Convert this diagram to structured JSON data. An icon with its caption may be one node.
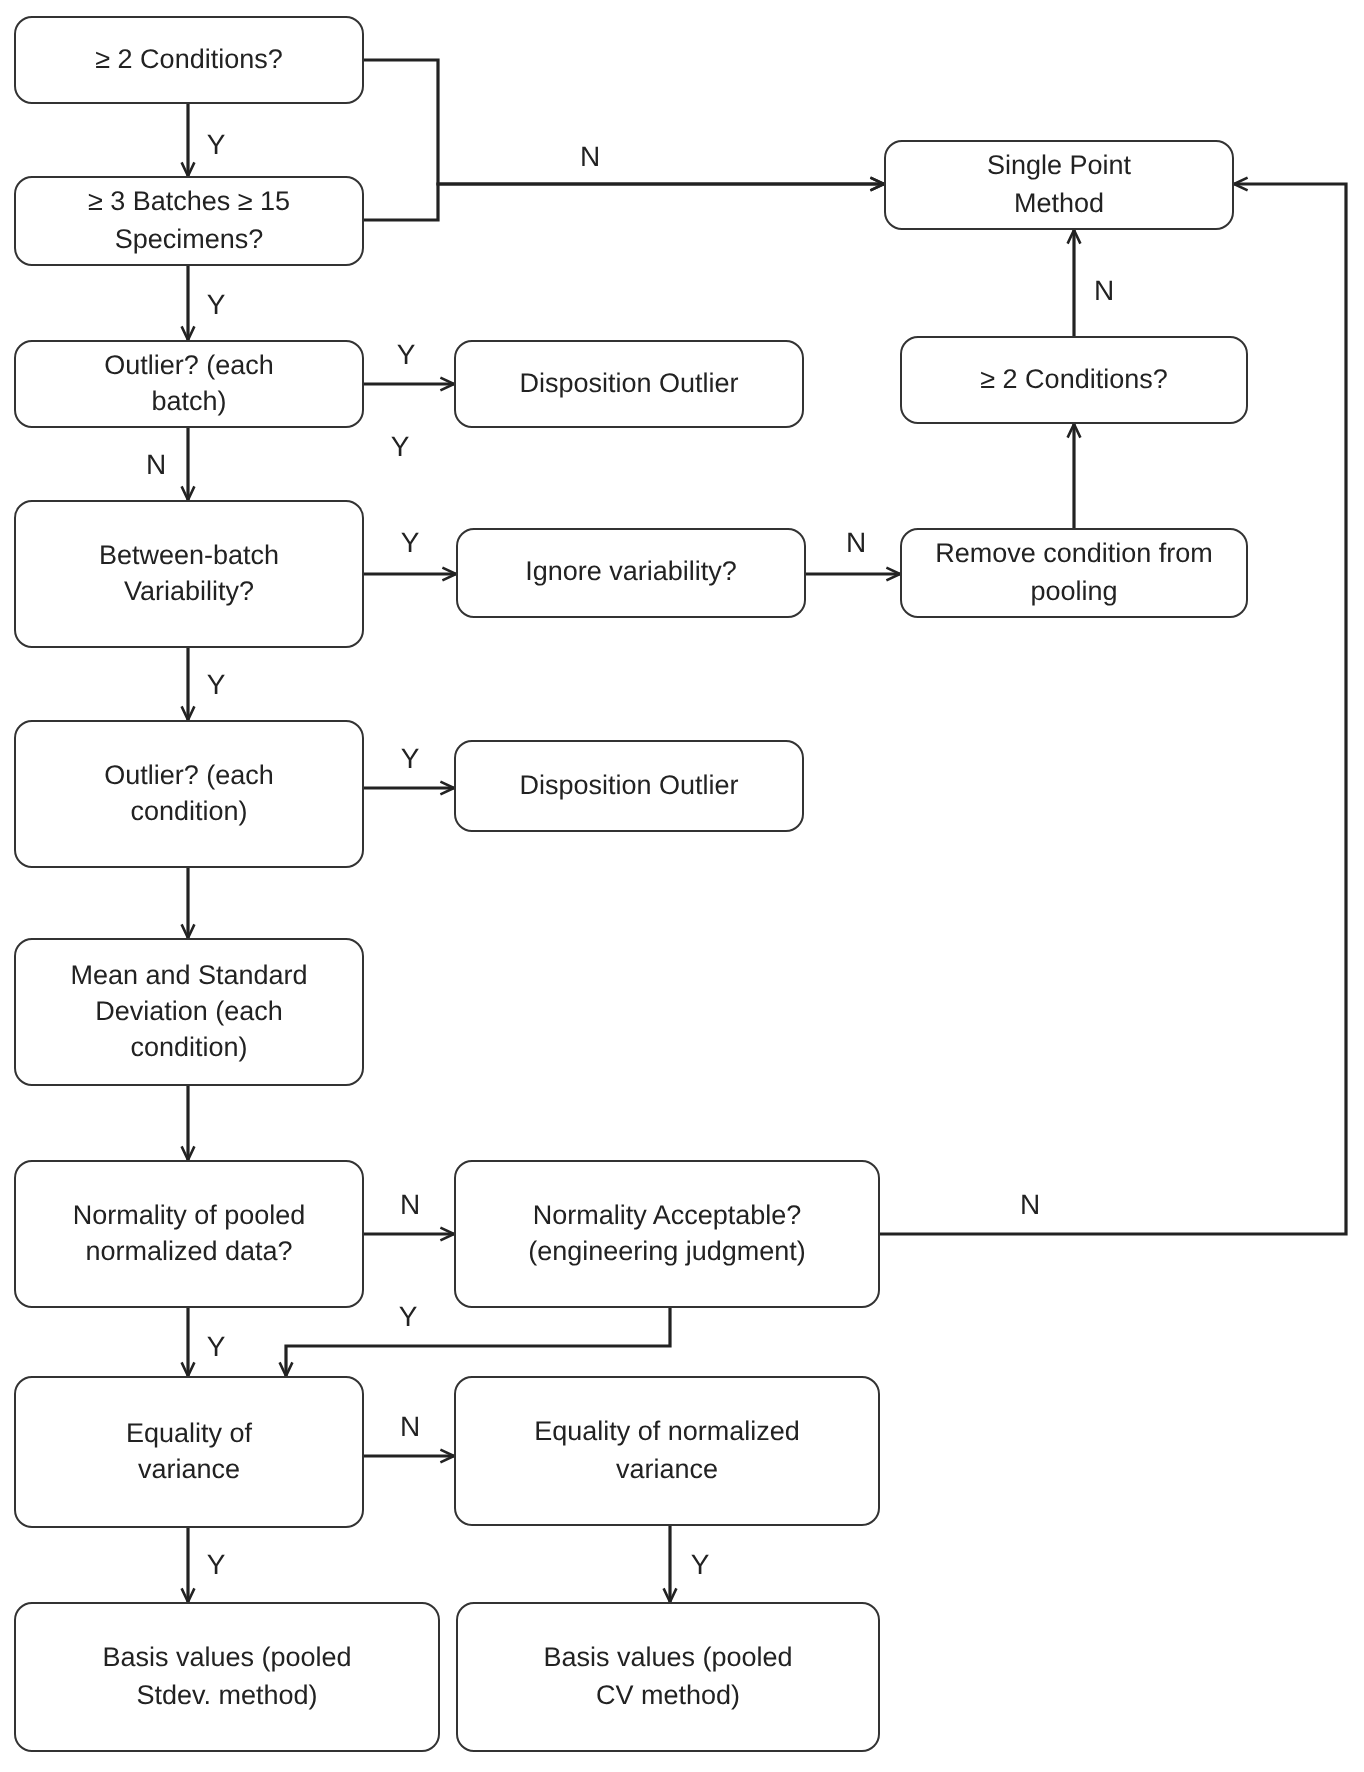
{
  "diagram": {
    "nodes": [
      {
        "text": [
          "≥ 2 Conditions?"
        ]
      },
      {
        "text": [
          "≥ 3 Batches ≥ 15 Specimens?"
        ]
      },
      {
        "text": [
          "Outlier? (each batch)"
        ]
      },
      {
        "text": [
          "Disposition Outlier"
        ]
      },
      {
        "text": [
          "Single Point Method"
        ]
      },
      {
        "text": [
          "≥ 2 Conditions?"
        ]
      },
      {
        "text": [
          "Between-batch Variability?"
        ]
      },
      {
        "text": [
          "Ignore variability?"
        ]
      },
      {
        "text": [
          "Remove condition from pooling"
        ]
      },
      {
        "text": [
          "Outlier? (each condition)"
        ]
      },
      {
        "text": [
          "Disposition Outlier"
        ]
      },
      {
        "text": [
          "Mean and Standard Deviation (each condition)"
        ]
      },
      {
        "text": [
          "Normality of pooled normalized data?"
        ]
      },
      {
        "text": [
          "Normality Acceptable? (engineering judgment)"
        ]
      },
      {
        "text": [
          "Equality of variance"
        ]
      },
      {
        "text": [
          "Equality of normalized variance"
        ]
      },
      {
        "text": [
          "Basis values (pooled Stdev. method)"
        ]
      },
      {
        "text": [
          "Basis values (pooled CV method)"
        ]
      }
    ],
    "edges": [
      {
        "from": 0,
        "to": 1,
        "arrow": "to",
        "label": "Y"
      },
      {
        "from": 1,
        "to": 2,
        "arrow": "to",
        "label": "Y"
      },
      {
        "from": 2,
        "to": 3,
        "arrow": "to",
        "label": "Y"
      },
      {
        "from": 2,
        "to": 6,
        "arrow": "to",
        "label": "N"
      },
      {
        "from": 0,
        "to": 4,
        "arrow": "to",
        "label": "N"
      },
      {
        "from": 1,
        "to": 4,
        "arrow": "to"
      },
      {
        "from": 6,
        "to": 7,
        "arrow": "to",
        "label": "Y"
      },
      {
        "from": 7,
        "to": 8,
        "arrow": "to",
        "label": "N"
      },
      {
        "from": 8,
        "to": 5,
        "arrow": "to"
      },
      {
        "from": 5,
        "to": 4,
        "arrow": "to",
        "label": "N"
      },
      {
        "from": 6,
        "to": 9,
        "arrow": "to",
        "label": "Y"
      },
      {
        "from": 9,
        "to": 10,
        "arrow": "to",
        "label": "Y"
      },
      {
        "from": 9,
        "to": 11,
        "arrow": "to"
      },
      {
        "from": 11,
        "to": 12,
        "arrow": "to"
      },
      {
        "from": 12,
        "to": 13,
        "arrow": "to",
        "label": "N"
      },
      {
        "from": 13,
        "to": 4,
        "arrow": "to",
        "label": "N"
      },
      {
        "from": 13,
        "to": 14,
        "arrow": "to",
        "label": "Y"
      },
      {
        "from": 12,
        "to": 14,
        "arrow": "to",
        "label": "Y"
      },
      {
        "from": 14,
        "to": 15,
        "arrow": "to",
        "label": "N"
      },
      {
        "from": 14,
        "to": 16,
        "arrow": "to",
        "label": "Y"
      },
      {
        "from": 15,
        "to": 17,
        "arrow": "to",
        "label": "Y"
      }
    ],
    "labels": [
      "Y"
    ]
  }
}
